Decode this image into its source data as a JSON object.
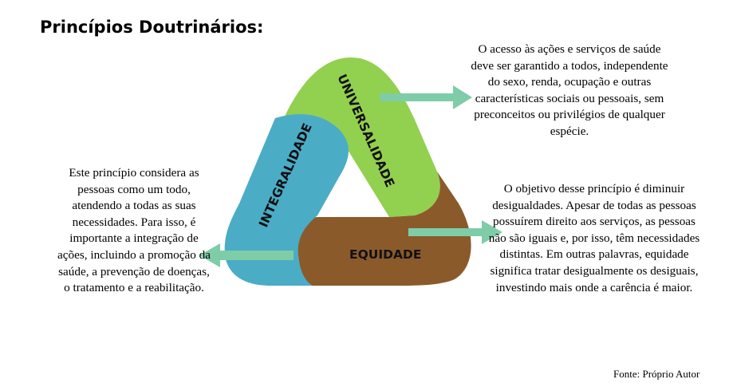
{
  "title": "Princípios Doutrinários:",
  "principles": {
    "universalidade": {
      "label": "UNIVERSALIDADE",
      "color": "#92d050",
      "description": "O acesso às ações e serviços de saúde deve ser garantido a todos, independente do sexo, renda, ocupação e outras características sociais ou pessoais, sem preconceitos ou privilégios de qualquer espécie."
    },
    "integralidade": {
      "label": "INTEGRALIDADE",
      "color": "#4bacc6",
      "description": "Este princípio considera as pessoas como um todo, atendendo a todas as suas necessidades. Para isso, é importante a integração de ações, incluindo a promoção da saúde, a prevenção de doenças, o tratamento e a reabilitação."
    },
    "equidade": {
      "label": "EQUIDADE",
      "color": "#8b5a2b",
      "description": "O objetivo desse princípio é diminuir desigualdades. Apesar de todas as pessoas possuírem direito aos serviços, as pessoas não são iguais e, por isso, têm necessidades distintas. Em outras palavras, equidade significa tratar desigualmente os desiguais, investindo mais onde a carência é maior."
    }
  },
  "arrow_color": "#7fcca8",
  "source": "Fonte: Próprio Autor"
}
